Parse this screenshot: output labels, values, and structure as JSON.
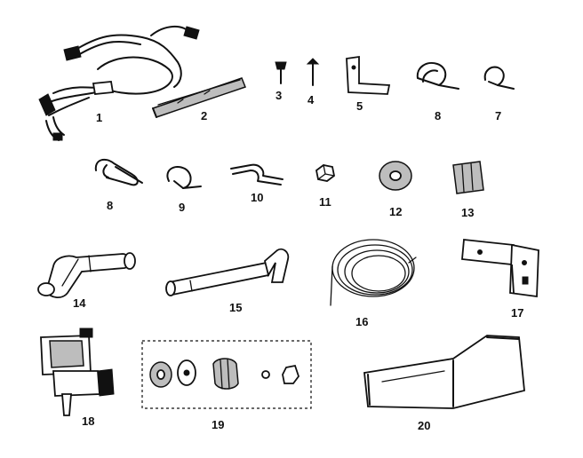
{
  "parts": [
    {
      "id": "part-1",
      "label": "1"
    },
    {
      "id": "part-2",
      "label": "2"
    },
    {
      "id": "part-3",
      "label": "3"
    },
    {
      "id": "part-4",
      "label": "4"
    },
    {
      "id": "part-5",
      "label": "5"
    },
    {
      "id": "part-8a",
      "label": "8"
    },
    {
      "id": "part-7",
      "label": "7"
    },
    {
      "id": "part-8b",
      "label": "8"
    },
    {
      "id": "part-9",
      "label": "9"
    },
    {
      "id": "part-10",
      "label": "10"
    },
    {
      "id": "part-11",
      "label": "11"
    },
    {
      "id": "part-12",
      "label": "12"
    },
    {
      "id": "part-13",
      "label": "13"
    },
    {
      "id": "part-14",
      "label": "14"
    },
    {
      "id": "part-15",
      "label": "15"
    },
    {
      "id": "part-16",
      "label": "16"
    },
    {
      "id": "part-17",
      "label": "17"
    },
    {
      "id": "part-18",
      "label": "18"
    },
    {
      "id": "part-19",
      "label": "19"
    },
    {
      "id": "part-20",
      "label": "20"
    }
  ]
}
